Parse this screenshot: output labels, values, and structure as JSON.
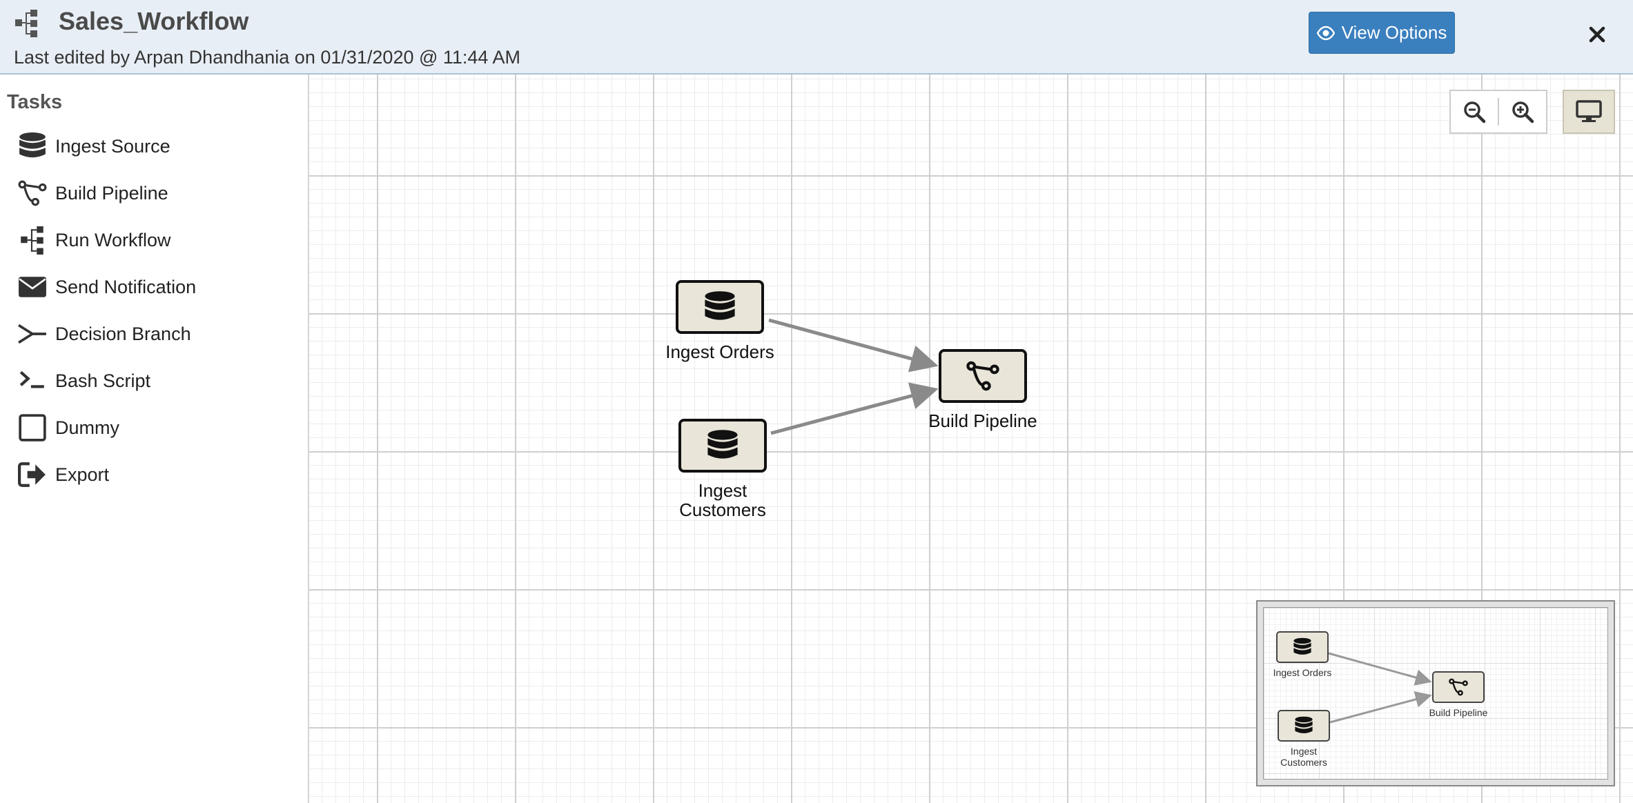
{
  "header": {
    "title": "Sales_Workflow",
    "subtitle": "Last edited by Arpan Dhandhania on 01/31/2020 @ 11:44 AM",
    "view_options_label": "View Options",
    "icon": "sitemap-icon",
    "close_icon": "close-icon"
  },
  "sidebar": {
    "heading": "Tasks",
    "items": [
      {
        "label": "Ingest Source",
        "icon": "database-icon"
      },
      {
        "label": "Build Pipeline",
        "icon": "pipeline-icon"
      },
      {
        "label": "Run Workflow",
        "icon": "sitemap-icon"
      },
      {
        "label": "Send Notification",
        "icon": "envelope-icon"
      },
      {
        "label": "Decision Branch",
        "icon": "branch-icon"
      },
      {
        "label": "Bash Script",
        "icon": "terminal-icon"
      },
      {
        "label": "Dummy",
        "icon": "square-icon"
      },
      {
        "label": "Export",
        "icon": "export-icon"
      }
    ]
  },
  "canvas": {
    "nodes": [
      {
        "label": "Ingest Orders",
        "icon": "database-icon"
      },
      {
        "label": "Ingest Customers",
        "icon": "database-icon"
      },
      {
        "label": "Build Pipeline",
        "icon": "pipeline-icon"
      }
    ],
    "edges": [
      {
        "from": "Ingest Orders",
        "to": "Build Pipeline"
      },
      {
        "from": "Ingest Customers",
        "to": "Build Pipeline"
      }
    ],
    "controls": {
      "zoom_out_icon": "zoom-out-icon",
      "zoom_in_icon": "zoom-in-icon",
      "fit_icon": "desktop-icon"
    },
    "minimap": {
      "nodes": [
        {
          "label": "Ingest Orders"
        },
        {
          "label": "Ingest Customers"
        },
        {
          "label": "Build Pipeline"
        }
      ]
    }
  },
  "colors": {
    "header_bg": "#e8eef5",
    "accent": "#3a7fbe",
    "node_fill": "#e9e5d9",
    "edge": "#8a8a8a"
  }
}
